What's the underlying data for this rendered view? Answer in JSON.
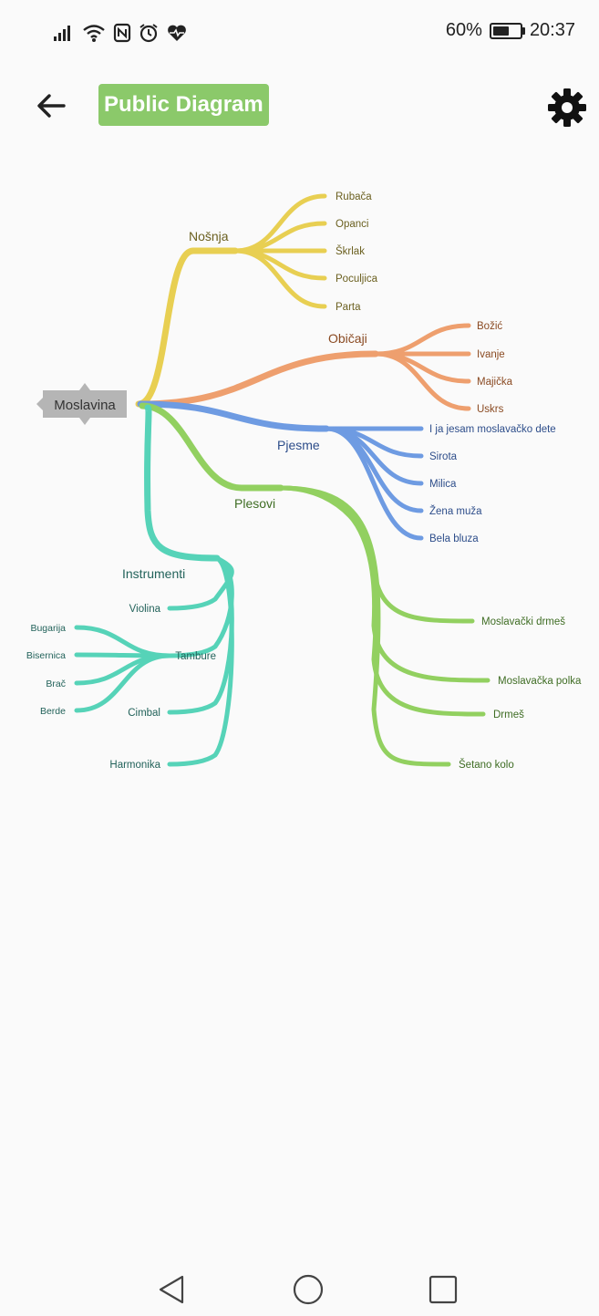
{
  "status_bar": {
    "battery": "60%",
    "battery_level": 0.6,
    "time": "20:37"
  },
  "app_bar": {
    "title": "Public Diagram"
  },
  "diagram": {
    "root": {
      "label": "Moslavina"
    },
    "branches": [
      {
        "label": "Nošnja",
        "color": "#e8cf52",
        "text_color": "#6b6020",
        "children": [
          "Rubača",
          "Opanci",
          "Škrlak",
          "Poculjica",
          "Parta"
        ]
      },
      {
        "label": "Običaji",
        "color": "#ee9f6e",
        "text_color": "#8a4a22",
        "children": [
          "Božić",
          "Ivanje",
          "Majička",
          "Uskrs"
        ]
      },
      {
        "label": "Pjesme",
        "color": "#6e9be2",
        "text_color": "#2d4d8a",
        "children": [
          "I ja jesam moslavačko dete",
          "Sirota",
          "Milica",
          "Žena muža",
          "Bela bluza"
        ]
      },
      {
        "label": "Plesovi",
        "color": "#92d060",
        "text_color": "#3f6d24",
        "children": [
          "Moslavački drmeš",
          "Moslavačka polka",
          "Drmeš",
          "Šetano kolo"
        ]
      },
      {
        "label": "Instrumenti",
        "color": "#56d3b8",
        "text_color": "#22625a",
        "children": [
          {
            "label": "Violina"
          },
          {
            "label": "Tambure",
            "children": [
              "Bugarija",
              "Bisernica",
              "Brač",
              "Berde"
            ]
          },
          {
            "label": "Cimbal"
          },
          {
            "label": "Harmonika"
          }
        ]
      }
    ]
  },
  "icons": {
    "back": "arrow-left-icon",
    "settings": "gear-icon",
    "nav_back": "triangle-back-icon",
    "nav_home": "circle-home-icon",
    "nav_recents": "square-recents-icon"
  }
}
